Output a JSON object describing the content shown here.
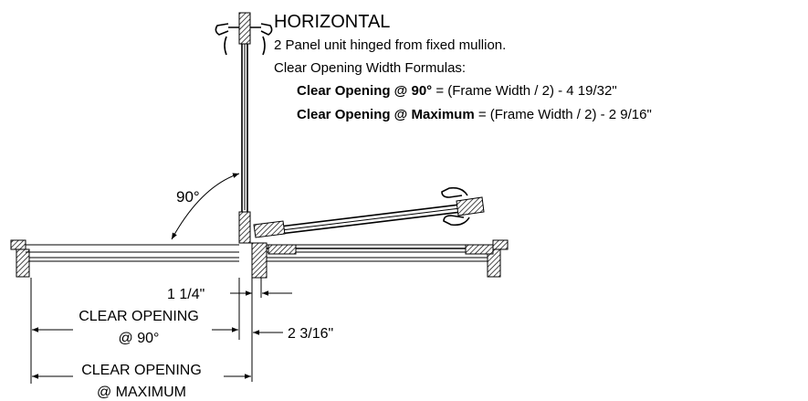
{
  "title": "HORIZONTAL",
  "description": "2 Panel unit hinged from fixed mullion.",
  "formulas_heading": "Clear Opening Width Formulas:",
  "formulas": [
    {
      "label": "Clear Opening @ 90°",
      "expression": " = (Frame Width / 2) - 4 19/32\""
    },
    {
      "label": "Clear Opening @ Maximum",
      "expression": " = (Frame Width / 2) - 2 9/16\""
    }
  ],
  "angle_label": "90°",
  "dimensions": {
    "mullion_offset": "1 1/4\"",
    "clear_opening_90": {
      "line1": "CLEAR OPENING",
      "line2": "@ 90°"
    },
    "panel_offset": "2 3/16\"",
    "clear_opening_max": {
      "line1": "CLEAR OPENING",
      "line2": "@ MAXIMUM"
    }
  }
}
